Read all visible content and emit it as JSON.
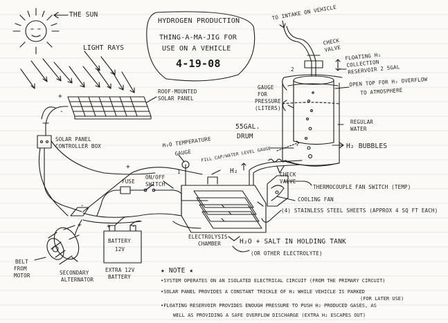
{
  "title": {
    "line1": "HYDROGEN PRODUCTION",
    "line2": "THING-A-MA-JIG FOR",
    "line3": "USE ON A VEHICLE",
    "date": "4-19-08"
  },
  "labels": {
    "sun": "THE SUN",
    "light_rays": "LIGHT RAYS",
    "solar_panel_1": "ROOF-MOUNTED",
    "solar_panel_2": "SOLAR PANEL",
    "controller_1": "SOLAR PANEL",
    "controller_2": "CONTROLLER BOX",
    "intake": "TO INTAKE ON VEHICLE",
    "check_valve_top": "CHECK",
    "check_valve_top2": "VALVE",
    "floating_1": "FLOATING H₂",
    "floating_2": "COLLECTION",
    "floating_3": "RESERVOIR 2 5GAL",
    "open_top_1": "OPEN TOP FOR H₂ OVERFLOW",
    "open_top_2": "TO ATMOSPHERE",
    "gauge_1": "GAUGE",
    "gauge_2": "FOR",
    "gauge_3": "PRESSURE",
    "gauge_4": "(LITERS)",
    "drum_1": "55GAL.",
    "drum_2": "DRUM",
    "water_1": "REGULAR",
    "water_2": "WATER",
    "bubbles": "H₂ BUBBLES",
    "temp_1": "H₂O TEMPERATURE",
    "temp_2": "GAUGE",
    "fill_level": "FILL CAP/WATER LEVEL GAUGE",
    "h2_arrow": "H₂",
    "check_valve_1": "CHECK",
    "check_valve_2": "VALVE",
    "thermo": "THERMOCOUPLE FAN SWITCH (TEMP)",
    "cooling_fan": "COOLING FAN",
    "sheets": "(4) STAINLESS STEEL SHEETS (APPROX 4 SQ FT EACH)",
    "fuse": "FUSE",
    "onoff_1": "ON/OFF",
    "onoff_2": "SWITCH",
    "electrolysis_1": "ELECTROLYSIS",
    "electrolysis_2": "CHAMBER",
    "salt": "H₂O + SALT IN HOLDING TANK",
    "electrolyte": "(OR OTHER ELECTROLYTE)",
    "battery_1": "BATTERY",
    "battery_2": "12V",
    "extra_1": "EXTRA 12V",
    "extra_2": "BATTERY",
    "belt_1": "BELT",
    "belt_2": "FROM",
    "belt_3": "MOTOR",
    "alt_1": "SECONDARY",
    "alt_2": "ALTERNATOR",
    "note": "★ NOTE ★",
    "note_lines": [
      "•SYSTEM OPERATES ON AN ISOLATED ELECTRICAL CIRCUIT (FROM THE PRIMARY CIRCUIT)",
      "•SOLAR PANEL PROVIDES A CONSTANT TRICKLE OF H₂ WHILE VEHICLE IS PARKED",
      "(FOR LATER USE)",
      "•FLOATING RESERVOIR PROVIDES ENOUGH PRESSURE TO PUSH H₂ PRODUCED GASES, AS",
      "WELL AS PROVIDING A SAFE OVERFLOW DISCHARGE (EXTRA H₂ ESCAPES OUT)"
    ],
    "plus": "+",
    "minus": "-",
    "num_1": "1",
    "num_2": "2"
  }
}
